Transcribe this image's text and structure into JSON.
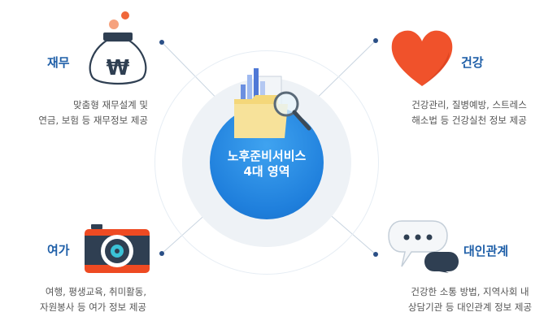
{
  "center": {
    "line1": "노후준비서비스",
    "line2": "4대 영역"
  },
  "sections": {
    "finance": {
      "label": "재무",
      "desc_line1": "맞춤형 재무설계 및",
      "desc_line2": "연금, 보험 등 재무정보 제공",
      "icon": "money-bag-icon"
    },
    "health": {
      "label": "건강",
      "desc_line1": "건강관리, 질병예방, 스트레스",
      "desc_line2": "해소법 등 건강실천 정보 제공",
      "icon": "heart-icon"
    },
    "leisure": {
      "label": "여가",
      "desc_line1": "여행, 평생교육, 취미활동,",
      "desc_line2": "자원봉사 등 여가 정보 제공",
      "icon": "camera-icon"
    },
    "relations": {
      "label": "대인관계",
      "desc_line1": "건강한 소통 방법, 지역사회 내",
      "desc_line2": "상담기관 등 대인관계 정보 제공",
      "icon": "speech-bubbles-icon"
    }
  },
  "colors": {
    "accent": "#1f5fa8",
    "center": "#1f7fdc",
    "heart": "#f0522b",
    "camera": "#ee4a22",
    "dark": "#2a3e54"
  }
}
